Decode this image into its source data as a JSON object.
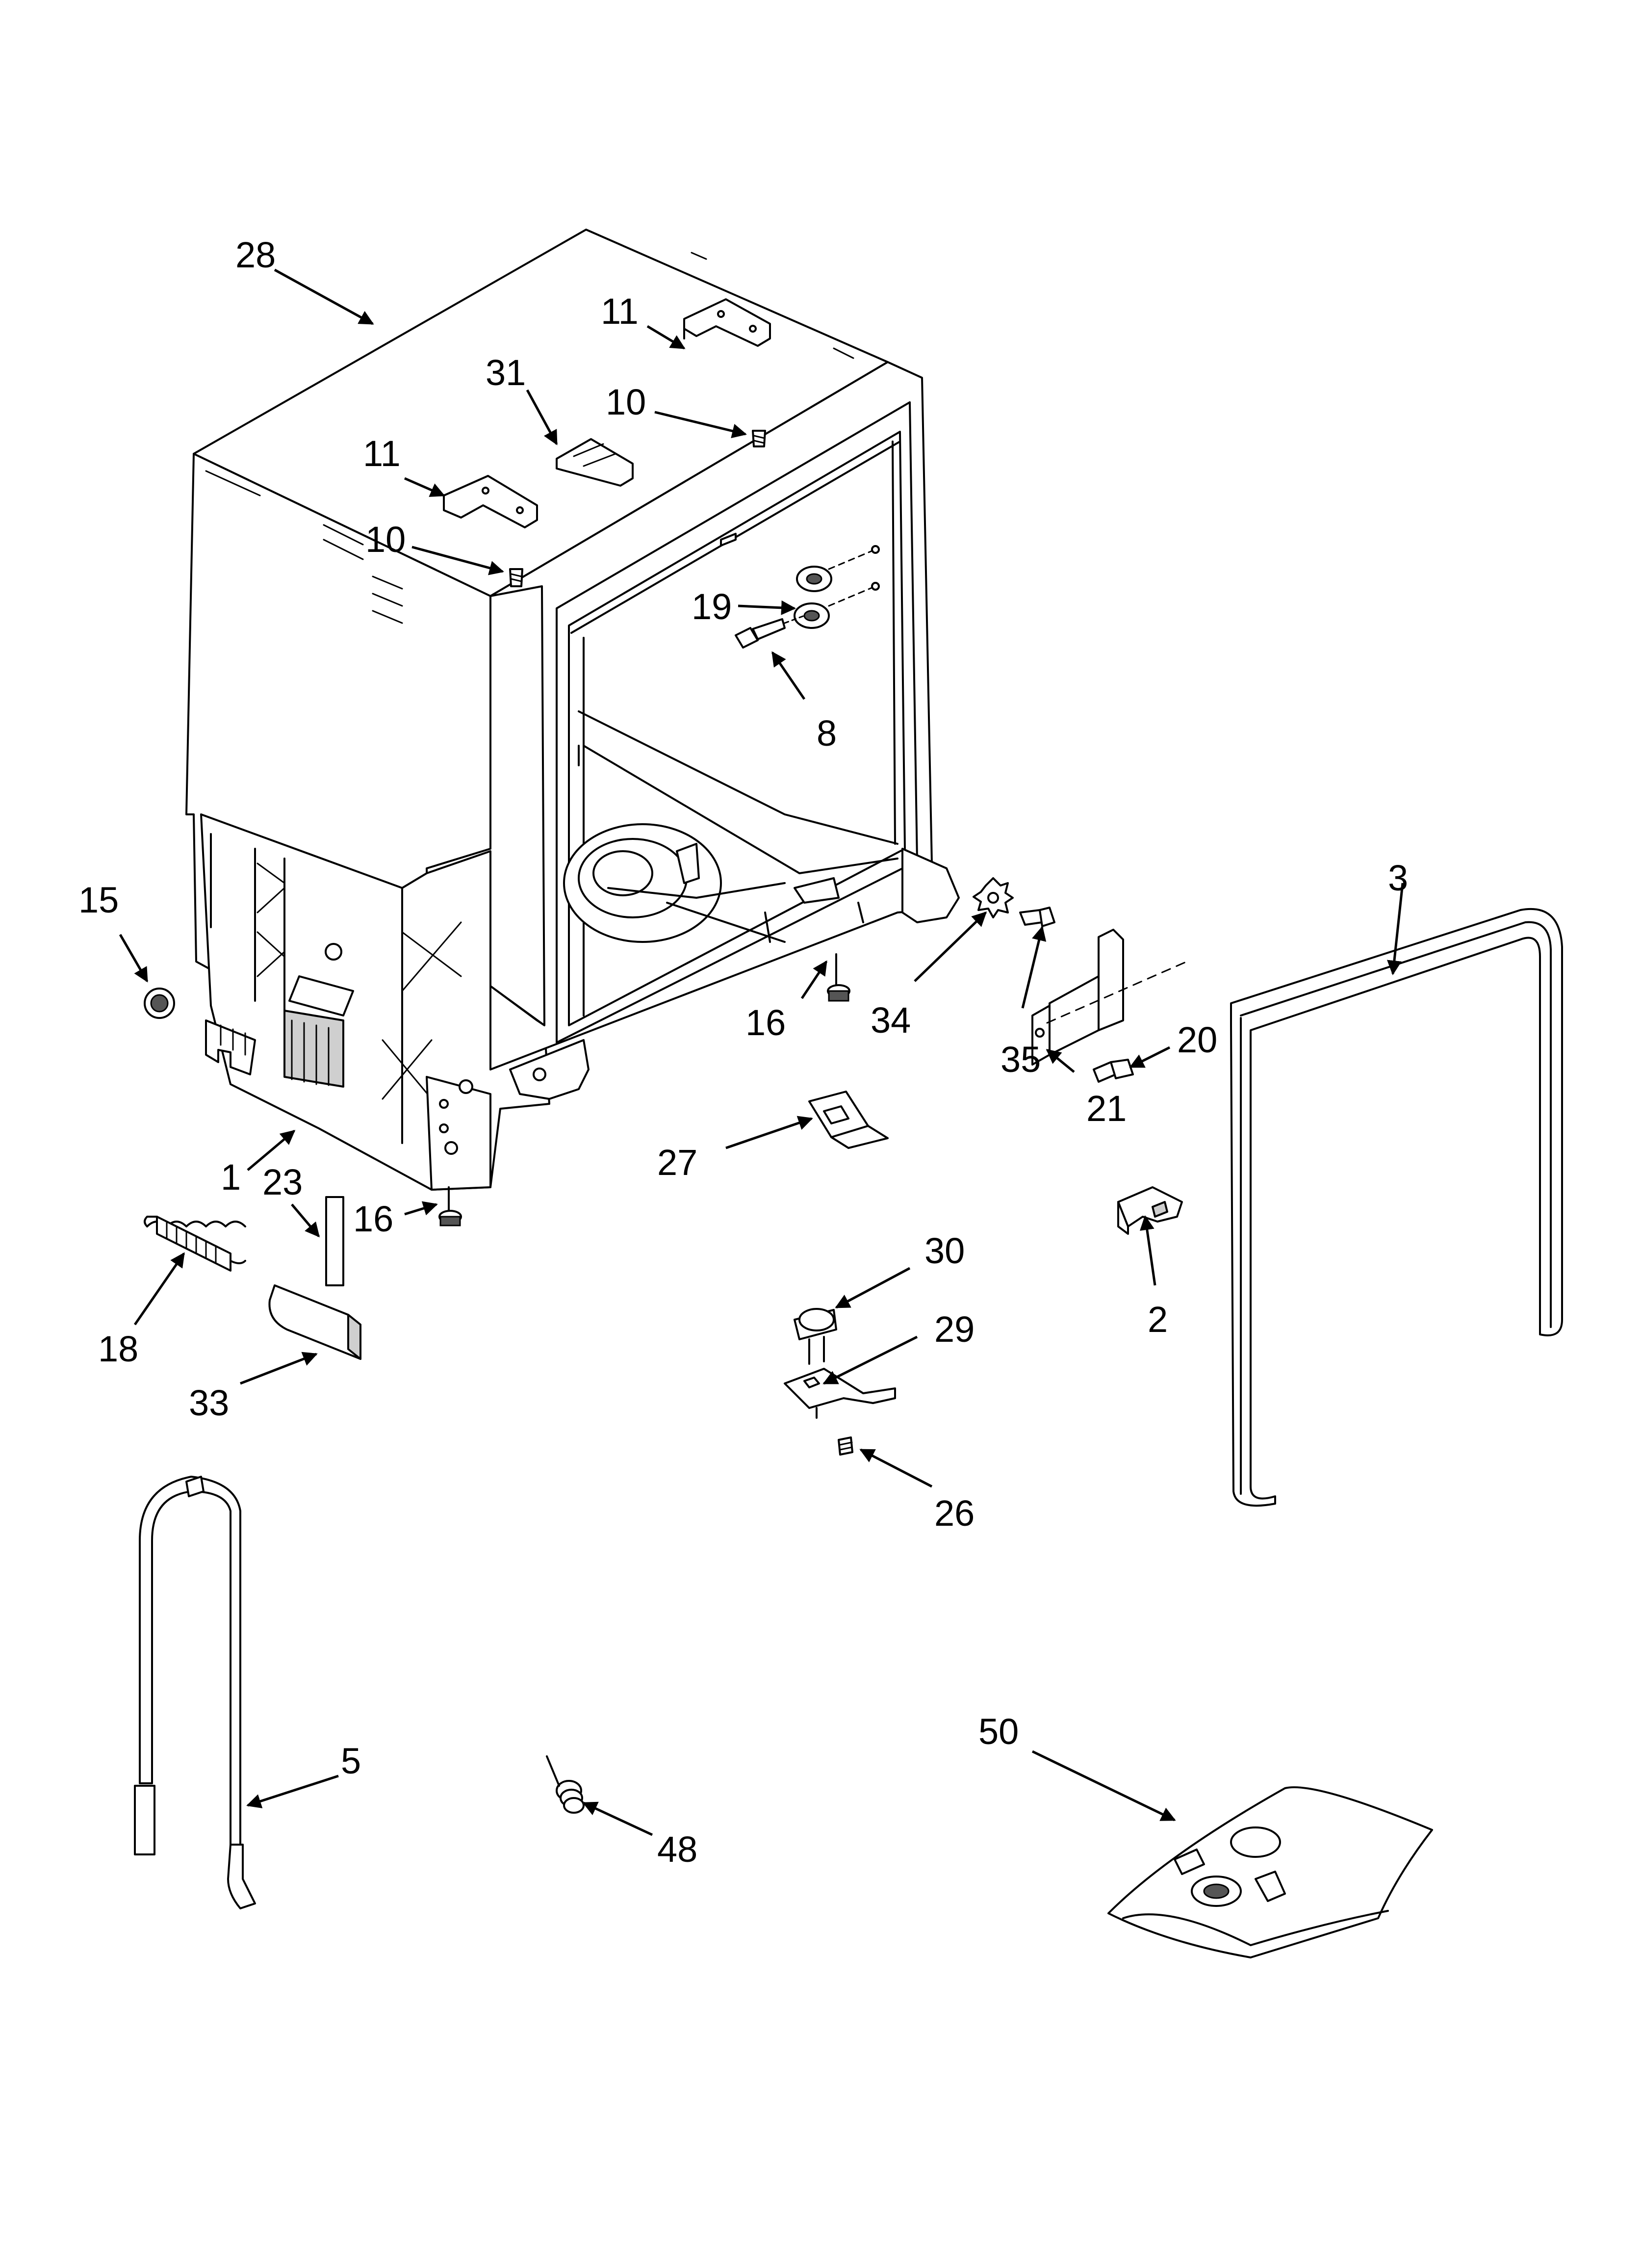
{
  "callouts": [
    {
      "id": "28",
      "label": "28"
    },
    {
      "id": "11a",
      "label": "11"
    },
    {
      "id": "31",
      "label": "31"
    },
    {
      "id": "10a",
      "label": "10"
    },
    {
      "id": "11b",
      "label": "11"
    },
    {
      "id": "10b",
      "label": "10"
    },
    {
      "id": "19",
      "label": "19"
    },
    {
      "id": "8",
      "label": "8"
    },
    {
      "id": "15",
      "label": "15"
    },
    {
      "id": "3",
      "label": "3"
    },
    {
      "id": "16a",
      "label": "16"
    },
    {
      "id": "34",
      "label": "34"
    },
    {
      "id": "20",
      "label": "20"
    },
    {
      "id": "35",
      "label": "35"
    },
    {
      "id": "21",
      "label": "21"
    },
    {
      "id": "27",
      "label": "27"
    },
    {
      "id": "1",
      "label": "1"
    },
    {
      "id": "23",
      "label": "23"
    },
    {
      "id": "16b",
      "label": "16"
    },
    {
      "id": "30",
      "label": "30"
    },
    {
      "id": "2",
      "label": "2"
    },
    {
      "id": "29",
      "label": "29"
    },
    {
      "id": "18",
      "label": "18"
    },
    {
      "id": "33",
      "label": "33"
    },
    {
      "id": "26",
      "label": "26"
    },
    {
      "id": "50",
      "label": "50"
    },
    {
      "id": "5",
      "label": "5"
    },
    {
      "id": "48",
      "label": "48"
    }
  ]
}
